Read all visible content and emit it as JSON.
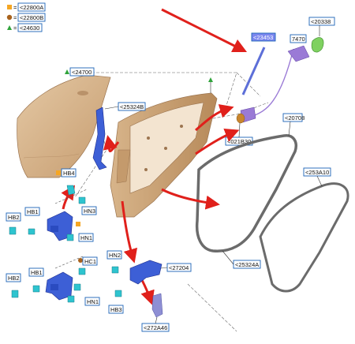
{
  "legend": [
    {
      "symbol": "square",
      "color": "#f5a623",
      "text": "<22800A"
    },
    {
      "symbol": "circle",
      "color": "#a8621c",
      "text": "<22800B"
    },
    {
      "symbol": "triangle",
      "color": "#2fa33a",
      "text": "<24630"
    }
  ],
  "labels": {
    "door_panel": "<24700",
    "door_frame": "<25324B",
    "rod": "<23453",
    "latch_cable": "7470",
    "striker_clip": "<20338",
    "check_plug": "<021B30",
    "outer_seal": "<20708",
    "inner_seal": "<253A10",
    "mid_seal": "<25324A",
    "hinge_upper_b4": "HB4",
    "hinge_upper_b2": "HB2",
    "hinge_upper_b1": "HB1",
    "hinge_upper_n3": "HN3",
    "hinge_upper_n1": "HN1",
    "hinge_lower_c1": "HC1",
    "hinge_lower_b2": "HB2",
    "hinge_lower_b1": "HB1",
    "hinge_lower_n1": "HN1",
    "check_n2": "HN2",
    "check_b3": "HB3",
    "check_bracket": "<27204",
    "check_pin": "<272A46"
  },
  "colors": {
    "label_border": "#1c63b7",
    "arrow_red": "#e0201b",
    "panel_tan": "#d4b089",
    "clip_cyan": "#2ec4cf",
    "bracket_blue": "#3d5fd6",
    "cable_purple": "#9a7ad6",
    "seal_gray": "#6b6b6b",
    "highlight": "#7b86ee"
  },
  "icons": {
    "legend_square": "square-icon",
    "legend_circle": "circle-icon",
    "legend_triangle": "triangle-icon"
  }
}
